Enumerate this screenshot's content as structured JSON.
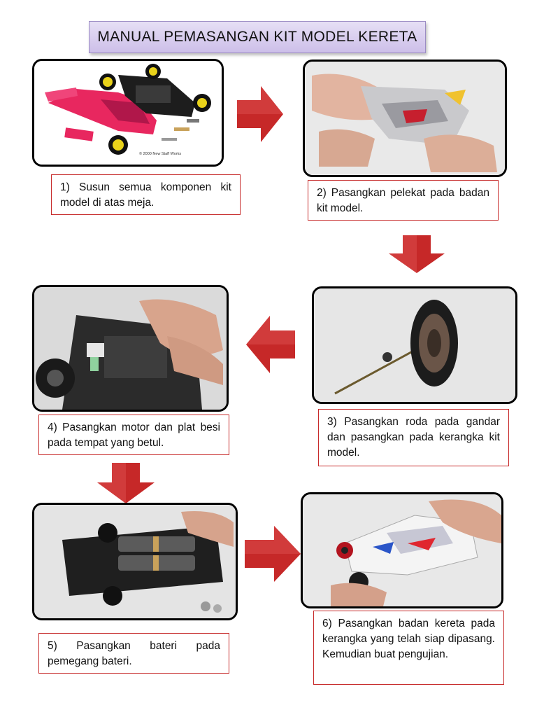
{
  "title": "MANUAL PEMASANGAN KIT MODEL KERETA",
  "steps": [
    {
      "caption": "1) Susun semua komponen kit model di atas meja.",
      "photo_credit": "© 2000 New Staff Works"
    },
    {
      "caption": "2) Pasangkan pelekat pada badan kit model."
    },
    {
      "caption": "3) Pasangkan roda pada gandar dan pasangkan pada kerangka kit model."
    },
    {
      "caption": "4) Pasangkan motor dan plat besi pada tempat yang betul."
    },
    {
      "caption": "5) Pasangkan bateri pada pemegang bateri."
    },
    {
      "caption": "6) Pasangkan badan kereta pada kerangka yang telah siap dipasang. Kemudian buat pengujian."
    }
  ],
  "colors": {
    "arrow": "#c62828",
    "caption_border": "#c72b2b",
    "title_bg": "#d8cdef",
    "car_body": "#e8275f",
    "wheel_rim": "#e9d21a"
  },
  "icons": [
    "arrow-right-icon",
    "arrow-down-icon",
    "arrow-left-icon"
  ]
}
